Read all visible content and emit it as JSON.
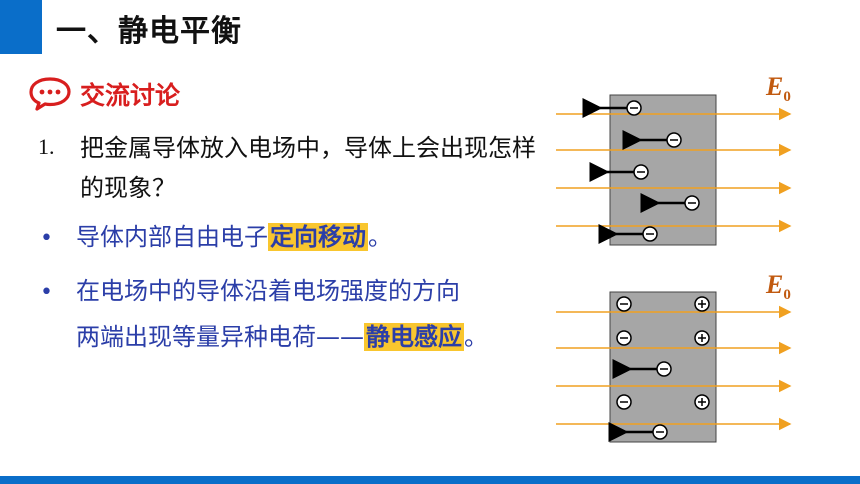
{
  "title": "一、静电平衡",
  "discussion_label": "交流讨论",
  "question_number": "1.",
  "question_text": "把金属导体放入电场中，导体上会出现怎样的现象？",
  "bullet_symbol": "•",
  "point1_prefix": "导体内部自由电子",
  "point1_highlight": "定向移动",
  "point1_suffix": "。",
  "point2_line1": "在电场中的导体沿着电场强度的方向",
  "point2_line2_prefix": "两端出现等量异种电荷——",
  "point2_highlight": "静电感应",
  "point2_suffix": "。",
  "field_label": "E",
  "field_subscript": "0",
  "colors": {
    "accent_blue": "#0a6ec9",
    "highlight": "#f9c62e",
    "text_blue": "#2b3ea8",
    "discussion_red": "#d81e1e",
    "field_line": "#f0a020",
    "conductor_gray": "#a6a6a6"
  }
}
